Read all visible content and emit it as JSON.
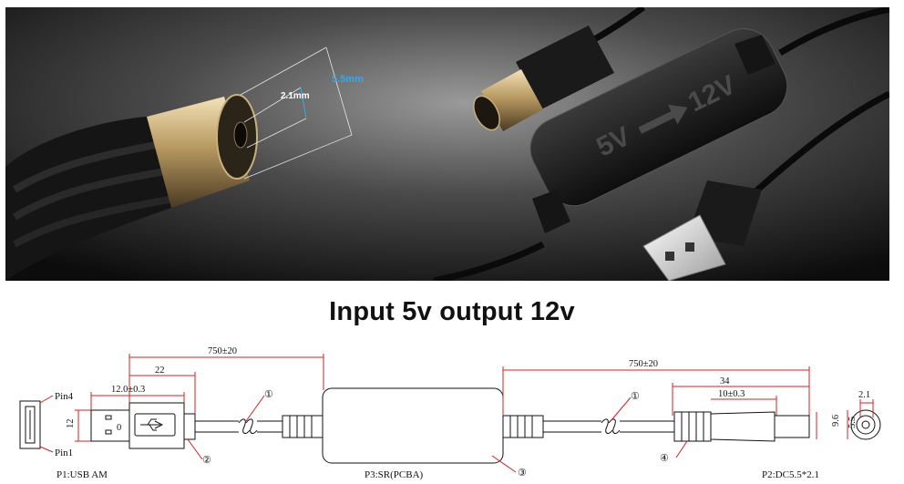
{
  "photo": {
    "outer_diameter": "5.5mm",
    "inner_diameter": "2.1mm",
    "module_print": "5V",
    "module_print_out": "12V",
    "accent_blue": "#3aa7e8"
  },
  "headline": "Input 5v output 12v",
  "drawing": {
    "dim_total_left": "750±20",
    "dim_22": "22",
    "dim_12_0": "12.0±0.3",
    "dim_12_vert": "12",
    "dim_total_right": "750±20",
    "dim_34": "34",
    "dim_10": "10±0.3",
    "dim_9_6": "9.6",
    "dim_5_5": "5.5",
    "dim_2_1": "2.1",
    "pin4": "Pin4",
    "pin1": "Pin1",
    "callout_1": "①",
    "callout_2": "②",
    "callout_3": "③",
    "callout_4": "④",
    "label_p1": "P1:USB AM",
    "label_p3": "P3:SR(PCBA)",
    "label_p2": "P2:DC5.5*2.1"
  }
}
